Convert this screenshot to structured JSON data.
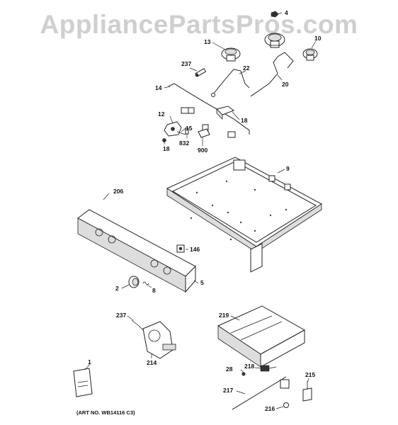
{
  "watermark": "AppliancePartsPros.com",
  "art_number": "(ART NO. WB14116 C3)",
  "callouts": [
    {
      "id": "4",
      "text": "4"
    },
    {
      "id": "10",
      "text": "10"
    },
    {
      "id": "13",
      "text": "13"
    },
    {
      "id": "237a",
      "text": "237"
    },
    {
      "id": "22",
      "text": "22"
    },
    {
      "id": "14",
      "text": "14"
    },
    {
      "id": "20",
      "text": "20"
    },
    {
      "id": "12",
      "text": "12"
    },
    {
      "id": "18a",
      "text": "18"
    },
    {
      "id": "15",
      "text": "15"
    },
    {
      "id": "18b",
      "text": "18"
    },
    {
      "id": "832",
      "text": "832"
    },
    {
      "id": "900",
      "text": "900"
    },
    {
      "id": "9",
      "text": "9"
    },
    {
      "id": "206",
      "text": "206"
    },
    {
      "id": "146",
      "text": "146"
    },
    {
      "id": "2",
      "text": "2"
    },
    {
      "id": "8",
      "text": "8"
    },
    {
      "id": "5",
      "text": "5"
    },
    {
      "id": "237b",
      "text": "237"
    },
    {
      "id": "219",
      "text": "219"
    },
    {
      "id": "214",
      "text": "214"
    },
    {
      "id": "1",
      "text": "1"
    },
    {
      "id": "28",
      "text": "28"
    },
    {
      "id": "218",
      "text": "218"
    },
    {
      "id": "215",
      "text": "215"
    },
    {
      "id": "217",
      "text": "217"
    },
    {
      "id": "216",
      "text": "216"
    }
  ]
}
